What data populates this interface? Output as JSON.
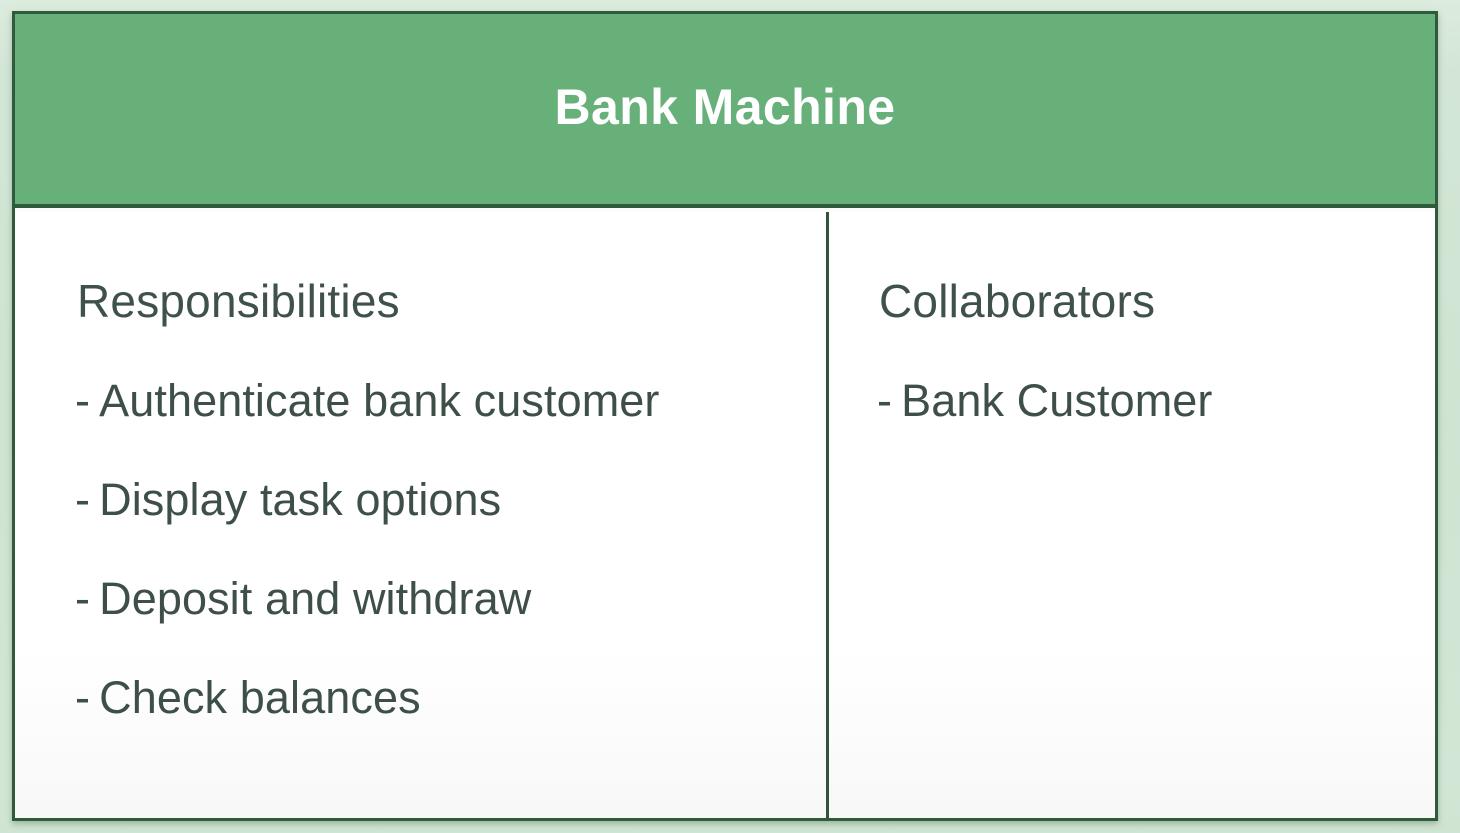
{
  "card": {
    "title": "Bank Machine",
    "accent_color": "#68b07a",
    "border_color": "#2f5b3c",
    "text_color": "#3e4f47",
    "title_color": "#ffffff",
    "backdrop_color": "#d3e6d6",
    "body_color": "#ffffff",
    "bullet_marker": "-",
    "columns": [
      {
        "heading": "Responsibilities",
        "items": [
          "Authenticate bank customer",
          "Display task options",
          "Deposit and withdraw",
          "Check balances"
        ]
      },
      {
        "heading": "Collaborators",
        "items": [
          "Bank Customer"
        ]
      }
    ]
  }
}
